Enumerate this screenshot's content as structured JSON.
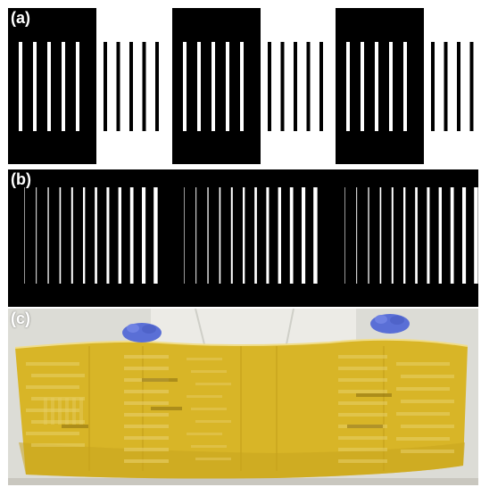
{
  "panels": [
    {
      "id": "a",
      "label": "(a)",
      "description_kind": "binary-grating-mask"
    },
    {
      "id": "b",
      "label": "(b)",
      "description_kind": "graded-grating-mask"
    },
    {
      "id": "c",
      "label": "(c)",
      "description_kind": "photo-flexible-film"
    }
  ],
  "colors": {
    "mask_black": "#000000",
    "mask_white": "#ffffff",
    "film_yellow": "#d8b527",
    "film_dark": "#b8951a",
    "glove_blue": "#5a6fd6",
    "coat_white": "#ecebe6"
  },
  "panel_a": {
    "block_count": 3,
    "lines_per_group": 5
  },
  "panel_b": {
    "group_count": 3,
    "lines_per_group": 12
  }
}
